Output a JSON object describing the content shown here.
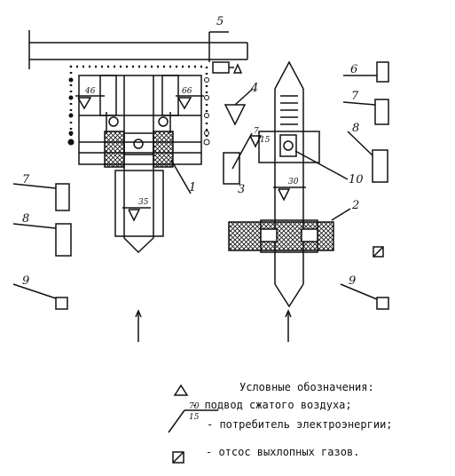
{
  "labels": {
    "n1": "1",
    "n2": "2",
    "n3": "3",
    "n4": "4",
    "n5": "5",
    "n6": "6",
    "n7_left": "7",
    "n7_right": "7",
    "n8_left": "8",
    "n8_right": "8",
    "n9_left": "9",
    "n9_right": "9",
    "n10": "10"
  },
  "elevations": {
    "left_top_1": "46",
    "left_top_2": "66",
    "left_low": "35",
    "mid_small": "7",
    "mid_small_sub": "15",
    "right_low": "30"
  },
  "legend": {
    "title": "Условные обозначения:",
    "air_supply": "- подвод сжатого воздуха;",
    "power_value": "70",
    "power_sub": "15",
    "power_consumer": "- потребитель электроэнергии;",
    "exhaust": "- отсос выхлопных газов."
  }
}
